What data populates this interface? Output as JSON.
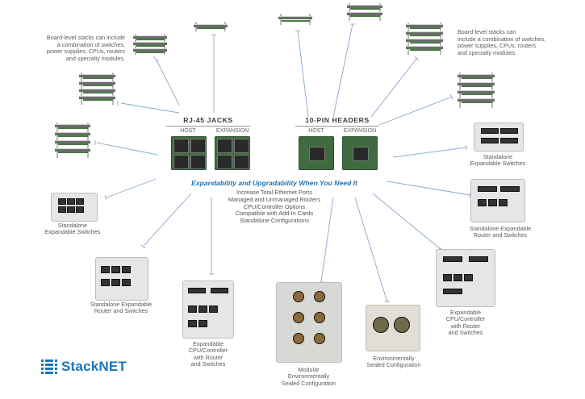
{
  "title": {
    "rj45": "RJ-45 JACKS",
    "tenpin": "10-PIN HEADERS",
    "host_left": "HOST",
    "expansion_left": "EXPANSION",
    "host_right": "HOST",
    "expansion_right": "EXPANSION"
  },
  "tagline": "Expandability and Upgradability When You Need It",
  "features": [
    "Increase Total Ethernet Ports",
    "Managed and Unmanaged Routers",
    "CPU/Controller Options",
    "Compatible with Add-In Cards",
    "Standalone Configurations"
  ],
  "notes": {
    "left": [
      "Board-level stacks can include",
      "a combination of switches,",
      "power supplies, CPUs, routers",
      "and specialty modules."
    ],
    "right": [
      "Board-level stacks can",
      "include a combination of switches,",
      "power supplies, CPUs, routers",
      "and specialty modules."
    ]
  },
  "captions": {
    "standalone_switches_left": [
      "Standalone",
      "Expandable Switches"
    ],
    "standalone_switches_right": [
      "Standalone",
      "Expandable Switches"
    ],
    "router_left": [
      "Standalone Expandable",
      "Router and Switches"
    ],
    "router_right": [
      "Standalone Expandable",
      "Router and Switches"
    ],
    "cpu_left": [
      "Expandable",
      "CPU/Controller",
      "with Router",
      "and Switches"
    ],
    "cpu_right": [
      "Expandable",
      "CPU/Controller",
      "with Router",
      "and Switches"
    ],
    "modular": [
      "Modular",
      "Environmentally",
      "Sealed Configuration"
    ],
    "sealed": [
      "Environmentally",
      "Sealed Configuration"
    ]
  },
  "logo": {
    "text": "StackNET",
    "color": "#1b75b8"
  },
  "colors": {
    "connector_line": "#7d9ec4",
    "board_green": "#3f6b3e",
    "accent_blue": "#1f74b4"
  }
}
